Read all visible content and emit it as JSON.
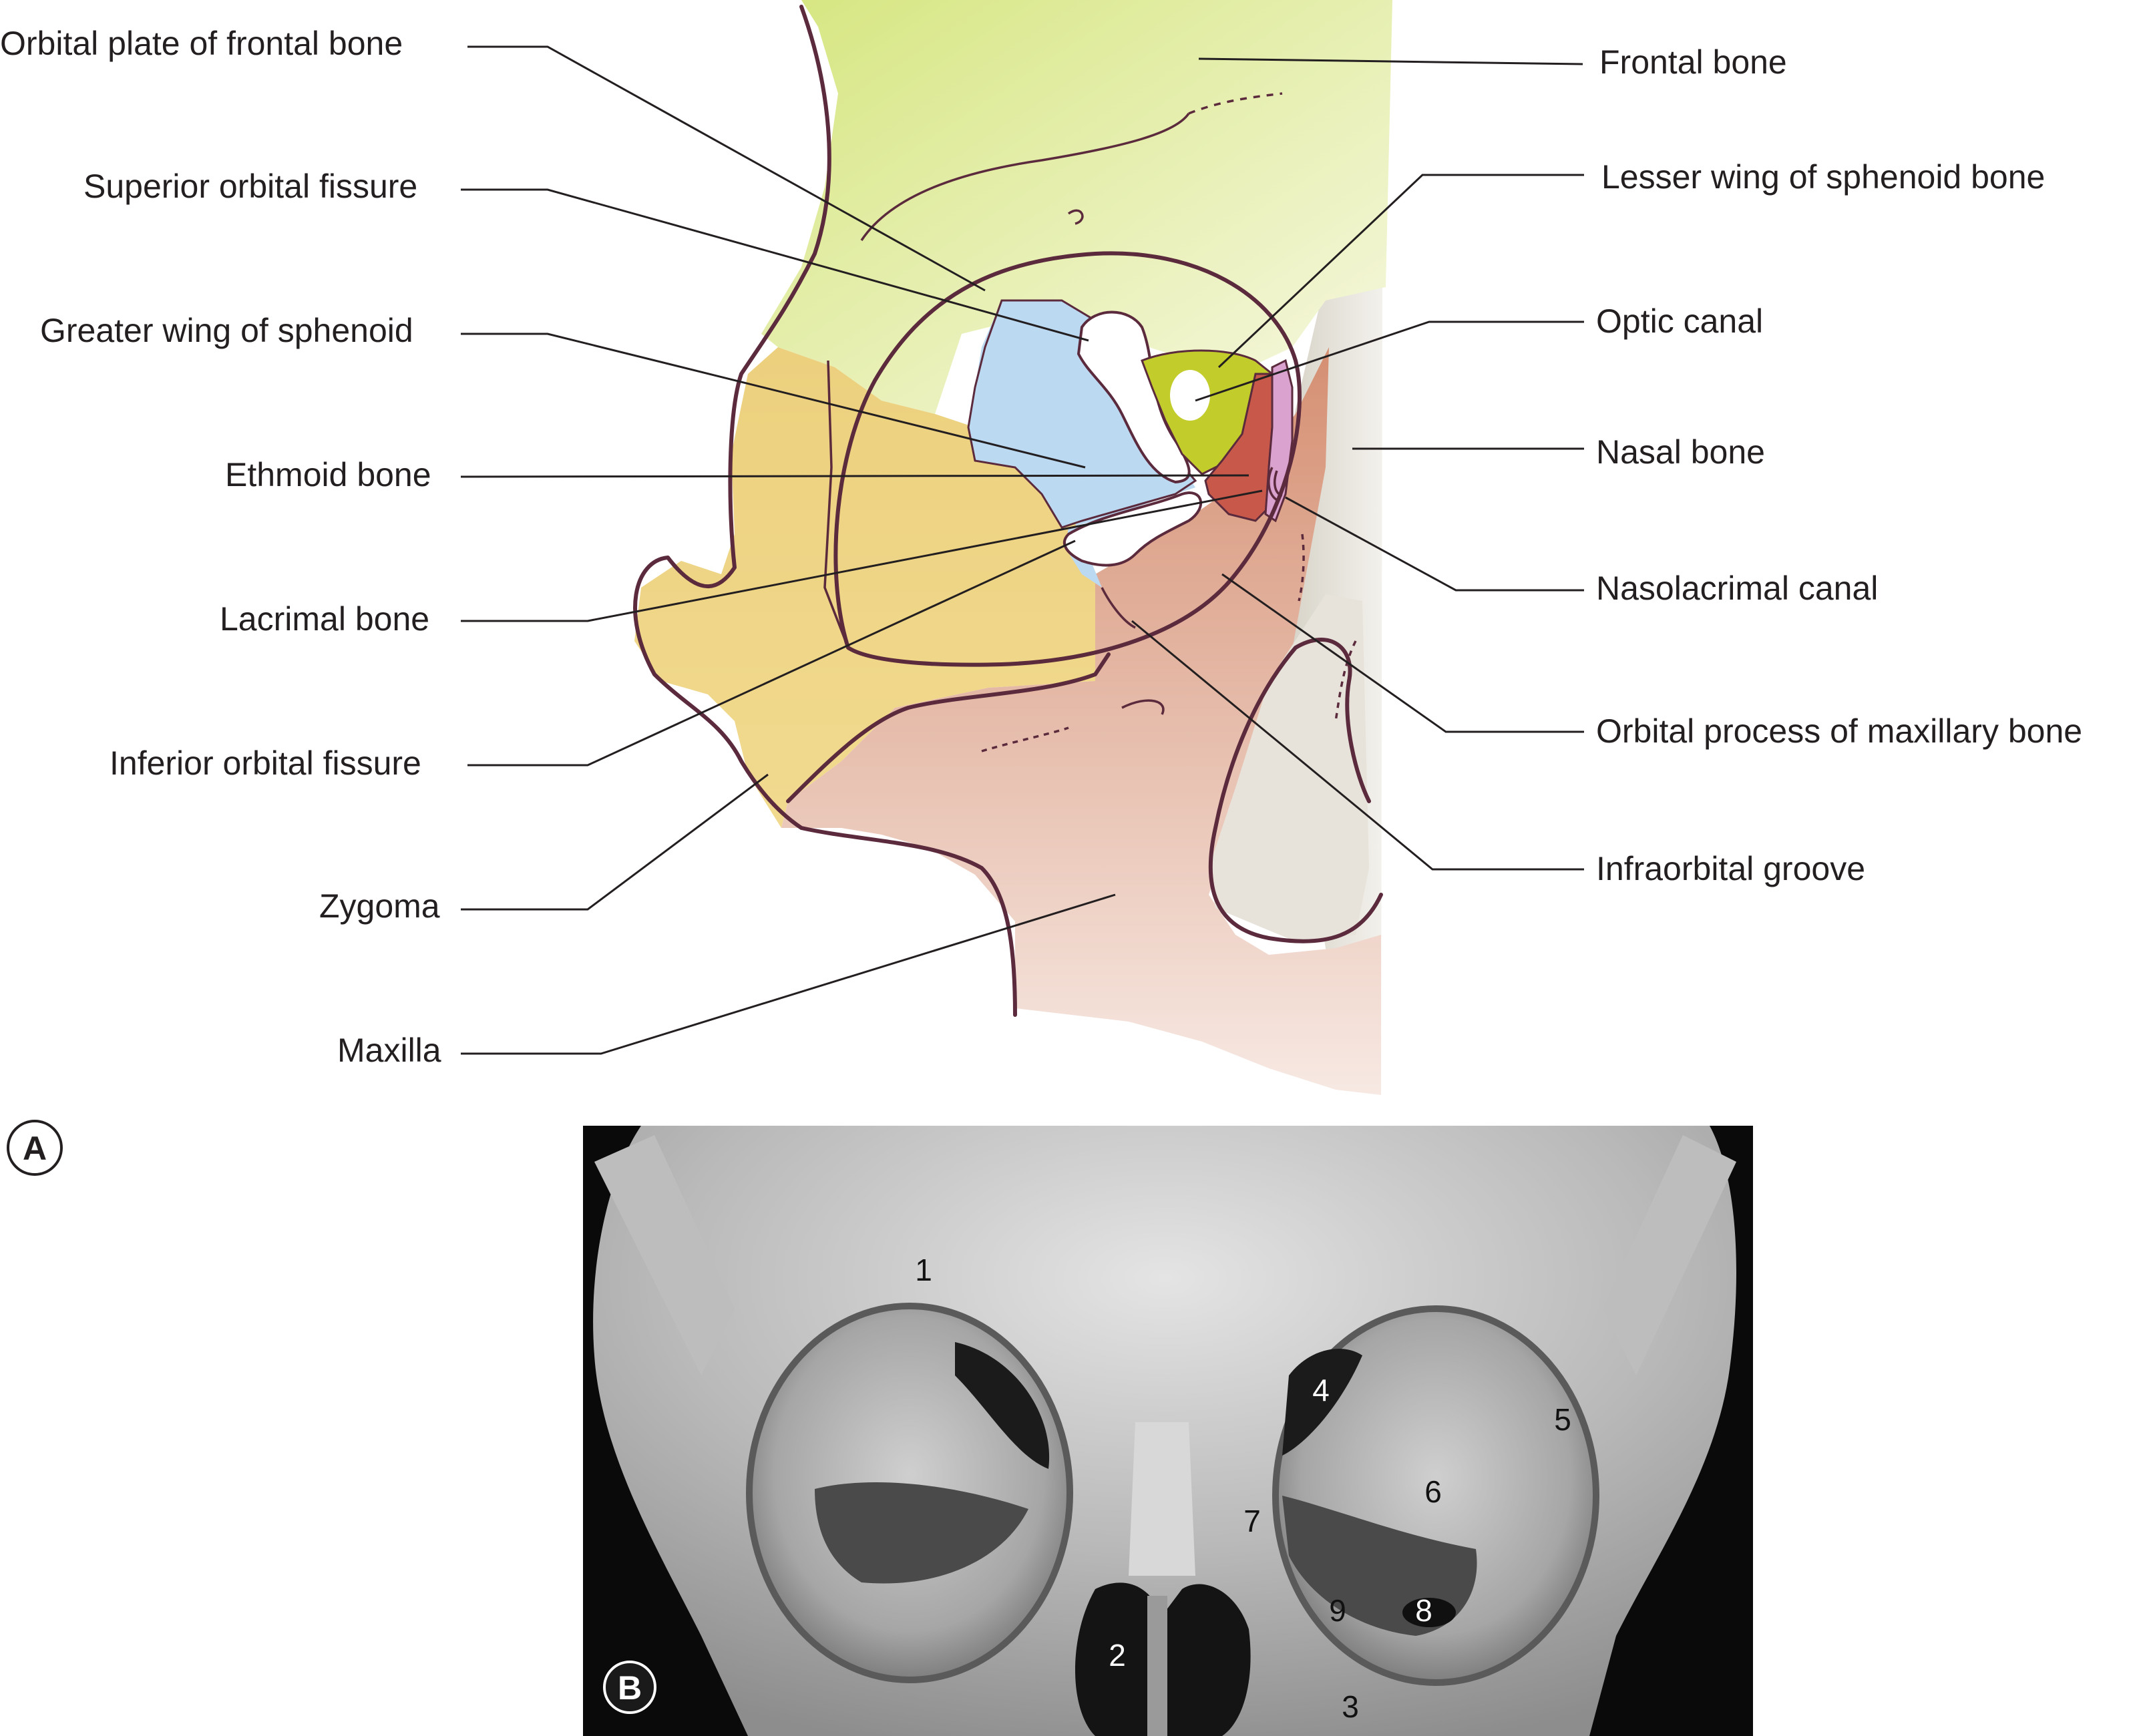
{
  "panel_a": {
    "badge": "A",
    "labels_left": [
      "Orbital plate of frontal bone",
      "Superior orbital fissure",
      "Greater wing of sphenoid",
      "Ethmoid bone",
      "Lacrimal bone",
      "Inferior orbital fissure",
      "Zygoma",
      "Maxilla"
    ],
    "labels_right": [
      "Frontal bone",
      "Lesser wing of sphenoid bone",
      "Optic canal",
      "Nasal bone",
      "Nasolacrimal canal",
      "Orbital process of maxillary bone",
      "Infraorbital groove"
    ],
    "colors": {
      "frontal": "#dce88a",
      "sphenoid_greater": "#bcd9f2",
      "sphenoid_lesser": "#c2cc2a",
      "ethmoid": "#c8594a",
      "lacrimal": "#d9a2cf",
      "zygoma": "#efd585",
      "maxilla": "#d8957a",
      "nasal": "#ddd9d1",
      "outline": "#5b2a3c"
    }
  },
  "panel_b": {
    "badge": "B",
    "numbers": [
      "1",
      "2",
      "3",
      "4",
      "5",
      "6",
      "7",
      "8",
      "9"
    ]
  }
}
